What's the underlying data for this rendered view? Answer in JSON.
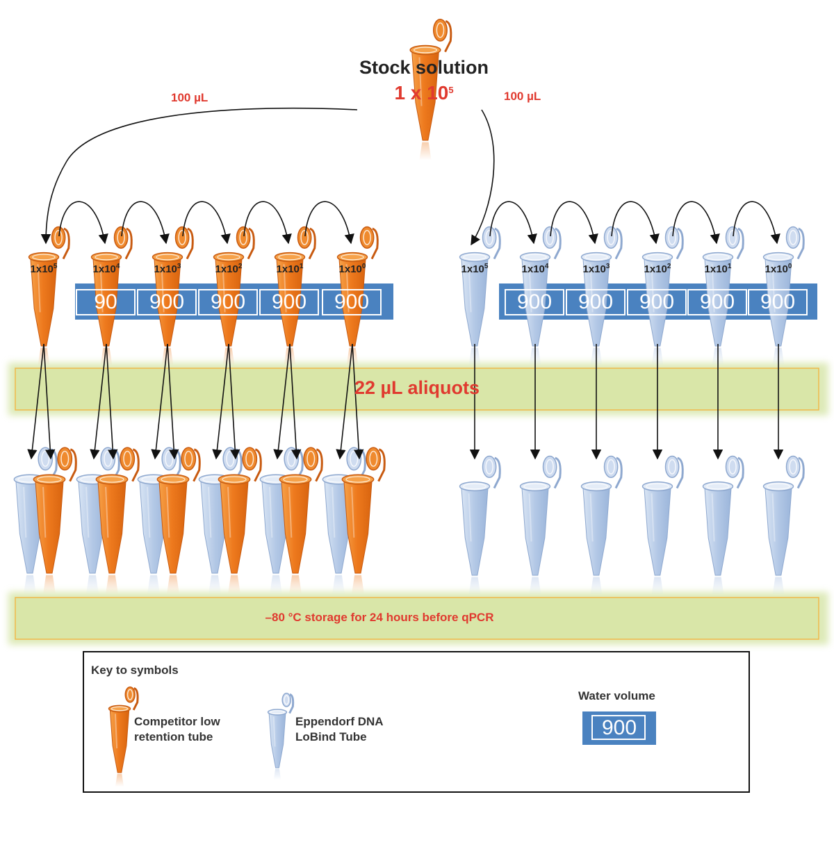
{
  "stock": {
    "title": "Stock solution",
    "concentration_base": "1 x 10",
    "concentration_exp": "5"
  },
  "transfer_left": "100 µL",
  "transfer_right": "100 µL",
  "series_labels": [
    {
      "base": "1x10",
      "exp": "5"
    },
    {
      "base": "1x10",
      "exp": "4"
    },
    {
      "base": "1x10",
      "exp": "3"
    },
    {
      "base": "1x10",
      "exp": "2"
    },
    {
      "base": "1x10",
      "exp": "1"
    },
    {
      "base": "1x10",
      "exp": "0"
    }
  ],
  "left_water_volumes": [
    "90",
    "900",
    "900",
    "900",
    "900"
  ],
  "right_water_volumes": [
    "900",
    "900",
    "900",
    "900",
    "900"
  ],
  "aliquot_banner": "22 µL aliquots",
  "storage_banner": "–80 °C storage for 24 hours before qPCR",
  "key": {
    "title": "Key to symbols",
    "competitor_line1": "Competitor low",
    "competitor_line2": "retention tube",
    "lobind_line1": "Eppendorf DNA",
    "lobind_line2": "LoBind Tube",
    "water_title": "Water volume",
    "water_example": "900"
  },
  "colors": {
    "orange_tube": "#ee8a2a",
    "blue_tube": "#b8cce8",
    "water_box": "#4a82c0",
    "banner": "#d9e6a8",
    "banner_border": "#f0b84a",
    "accent_text": "#e03a2f"
  },
  "icons": {
    "competitor_tube": "orange-tube-icon",
    "lobind_tube": "blue-tube-icon",
    "transfer_arrow": "arrow-icon"
  }
}
